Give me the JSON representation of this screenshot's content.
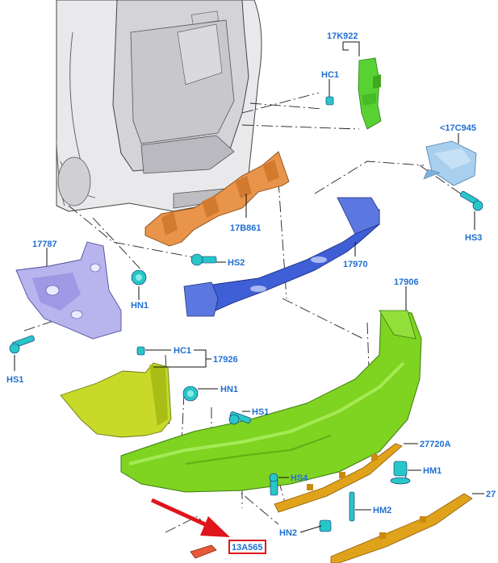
{
  "diagram": {
    "labels": {
      "p17K922": "17K922",
      "hc1_top": "HC1",
      "p17C945": "<17C945",
      "hs3": "HS3",
      "p17B861": "17B861",
      "p17787": "17787",
      "hs2": "HS2",
      "p17970": "17970",
      "hn1_left": "HN1",
      "p17906": "17906",
      "hs1_left": "HS1",
      "hc1_mid": "HC1",
      "p17926": "17926",
      "hn1_mid": "HN1",
      "hs1_mid": "HS1",
      "p27720A": "27720A",
      "hm1": "HM1",
      "hs4": "HS4",
      "hm2": "HM2",
      "hn2": "HN2",
      "p27": "27",
      "p13A565": "13A565"
    },
    "colors": {
      "label": "#1f6fd1",
      "highlight_box": "#e0141b",
      "arrow": "#e0141b",
      "bumper_green": "#7fd321",
      "reinforcement_orange": "#e8944a",
      "beam_blue": "#3f5fd6",
      "bracket_lavender": "#b7b4ee",
      "fastener_teal": "#27c7c7",
      "trim_amber": "#e1a21b",
      "bracket_bright_green": "#58d233",
      "bracket_light_blue": "#a9cfee"
    },
    "icons": {
      "arrow": "red-pointer-arrow",
      "fasteners": "bolt-icon"
    }
  }
}
